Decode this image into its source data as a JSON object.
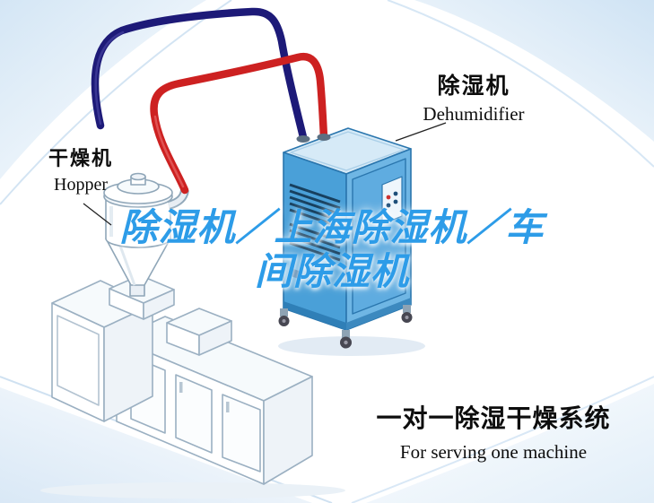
{
  "labels": {
    "dehumidifier": {
      "zh": "除湿机",
      "en": "Dehumidifier"
    },
    "hopper": {
      "zh": "干燥机",
      "en": "Hopper"
    }
  },
  "watermark": {
    "line1": "除湿机／上海除湿机／车",
    "line2": "间除湿机",
    "color": "#2d9ce8"
  },
  "caption": {
    "zh": "一对一除湿干燥系统",
    "en": "For serving one machine"
  },
  "colors": {
    "supply_pipe": "#1d1a78",
    "return_pipe": "#cd2121",
    "dehumidifier_front": "#4aa0d8",
    "dehumidifier_side": "#6fb6e4",
    "dehumidifier_top": "#d6eaf7",
    "machine_outline": "#9bb0c2",
    "decor_blue": "#d7e8f6"
  },
  "illustration": {
    "parts": "dehumidifier-unit, hopper-unit, molding-machine, supply-pipe, return-pipe"
  }
}
